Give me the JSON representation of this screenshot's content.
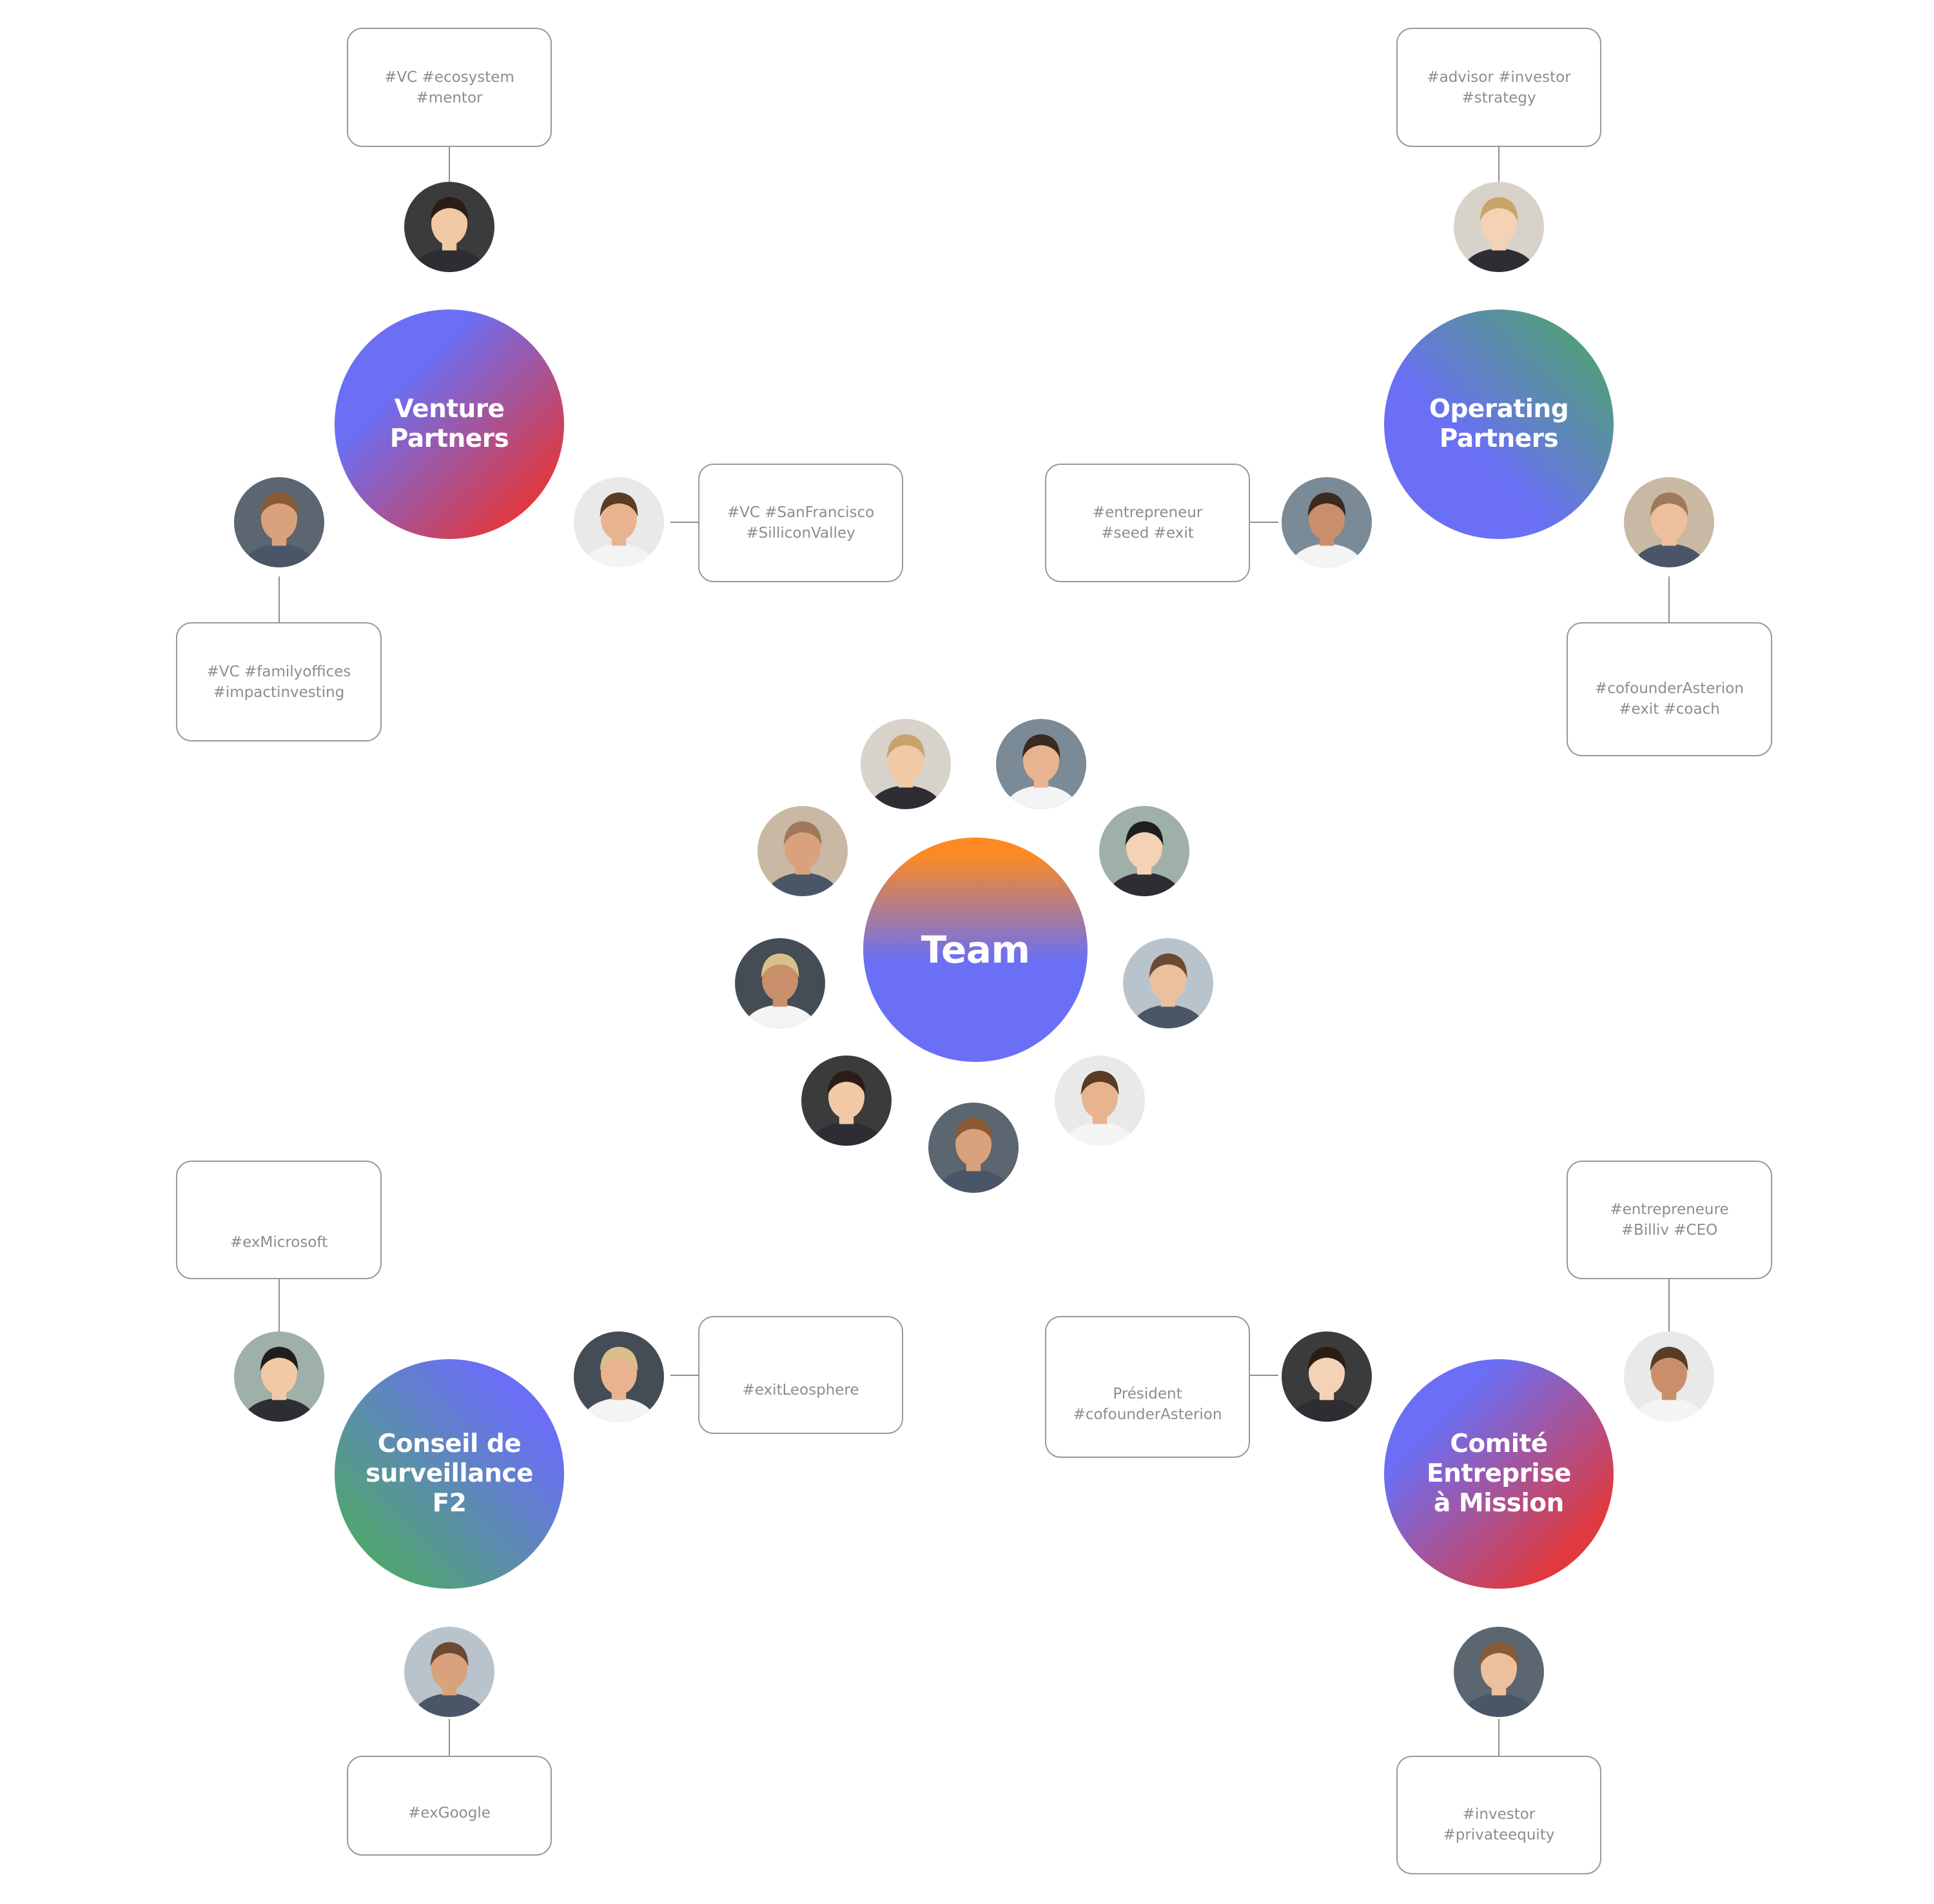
{
  "hubs": {
    "team": {
      "label": "Team"
    },
    "venture": {
      "label": "Venture\nPartners"
    },
    "operating": {
      "label": "Operating\nPartners"
    },
    "conseil": {
      "label": "Conseil de\nsurveillance\nF2"
    },
    "comite": {
      "label": "Comité\nEntreprise\nà Mission"
    }
  },
  "tags": {
    "venture_top": "#VC #ecosystem\n#mentor",
    "venture_right": "#VC #SanFrancisco\n#SilliconValley",
    "venture_bottom": "#VC #familyoffices\n#impactinvesting",
    "operating_top": "#advisor #investor\n#strategy",
    "operating_left": "#entrepreneur\n#seed #exit",
    "operating_bottom": "#cofounderAsterion\n#exit #coach",
    "conseil_top": "#exMicrosoft",
    "conseil_right": "#exitLeosphere",
    "conseil_bottom": "#exGoogle",
    "comite_top": "#entrepreneure\n#Billiv #CEO",
    "comite_left": "Président\n#cofounderAsterion",
    "comite_bottom": "#investor\n#privateequity"
  },
  "colors": {
    "line": "#8f8f8f",
    "box_border": "#9a9a9a",
    "box_text": "#8d8d8d",
    "blue": "#6a6ff5",
    "red": "#e33a3a",
    "green": "#4fa66f",
    "orange": "#fb8a23"
  }
}
